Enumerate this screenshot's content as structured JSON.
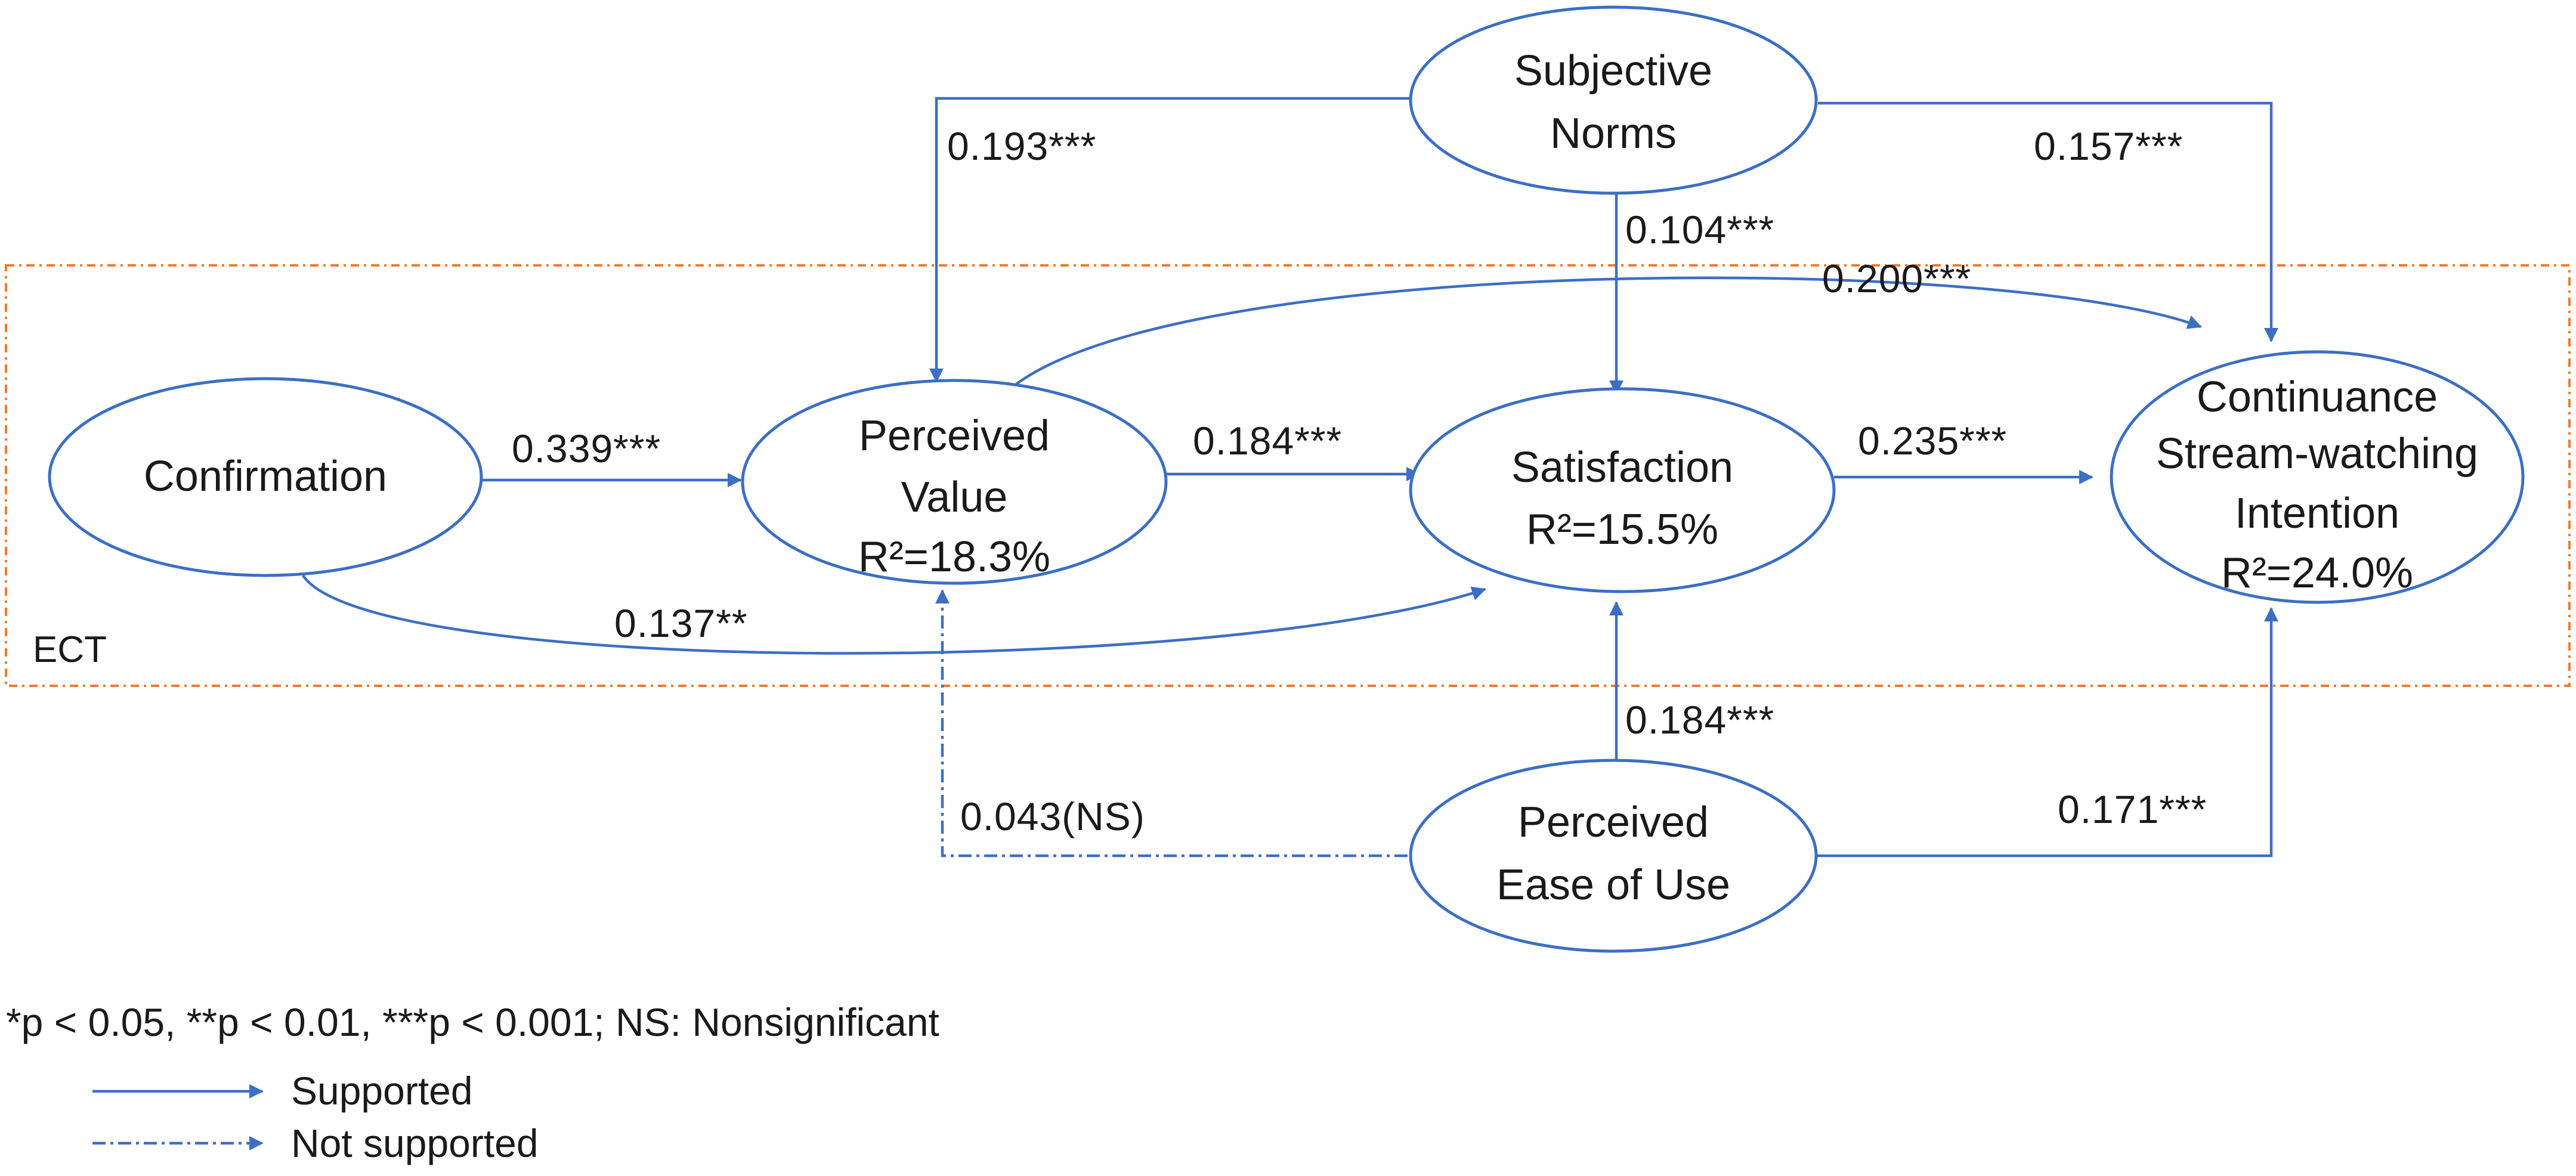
{
  "group": {
    "label": "ECT",
    "border_color": "#f07a2c"
  },
  "colors": {
    "node_stroke": "#3c6fc3",
    "edge": "#3c6fc3",
    "text": "#1a1a1a"
  },
  "nodes": {
    "subjective_norms": {
      "lines": [
        "Subjective",
        "Norms"
      ]
    },
    "confirmation": {
      "lines": [
        "Confirmation"
      ]
    },
    "perceived_value": {
      "lines": [
        "Perceived",
        "Value",
        "R²=18.3%"
      ]
    },
    "satisfaction": {
      "lines": [
        "Satisfaction",
        "R²=15.5%"
      ]
    },
    "continuance": {
      "lines": [
        "Continuance",
        "Stream-watching",
        "Intention",
        "R²=24.0%"
      ]
    },
    "ease_of_use": {
      "lines": [
        "Perceived",
        "Ease of Use"
      ]
    }
  },
  "edges": [
    {
      "id": "sn-pv",
      "from": "Subjective Norms",
      "to": "Perceived Value",
      "label": "0.193***",
      "status": "supported"
    },
    {
      "id": "sn-ci",
      "from": "Subjective Norms",
      "to": "Continuance Stream-watching Intention",
      "label": "0.157***",
      "status": "supported"
    },
    {
      "id": "sn-sat",
      "from": "Subjective Norms",
      "to": "Satisfaction",
      "label": "0.104***",
      "status": "supported"
    },
    {
      "id": "pv-ci",
      "from": "Perceived Value",
      "to": "Continuance Stream-watching Intention",
      "label": "0.200***",
      "status": "supported"
    },
    {
      "id": "conf-pv",
      "from": "Confirmation",
      "to": "Perceived Value",
      "label": "0.339***",
      "status": "supported"
    },
    {
      "id": "pv-sat",
      "from": "Perceived Value",
      "to": "Satisfaction",
      "label": "0.184***",
      "status": "supported"
    },
    {
      "id": "sat-ci",
      "from": "Satisfaction",
      "to": "Continuance Stream-watching Intention",
      "label": "0.235***",
      "status": "supported"
    },
    {
      "id": "conf-sat",
      "from": "Confirmation",
      "to": "Satisfaction",
      "label": "0.137**",
      "status": "supported"
    },
    {
      "id": "peou-sat",
      "from": "Perceived Ease of Use",
      "to": "Satisfaction",
      "label": "0.184***",
      "status": "supported"
    },
    {
      "id": "peou-pv",
      "from": "Perceived Ease of Use",
      "to": "Perceived Value",
      "label": "0.043(NS)",
      "status": "not supported"
    },
    {
      "id": "peou-ci",
      "from": "Perceived Ease of Use",
      "to": "Continuance Stream-watching Intention",
      "label": "0.171***",
      "status": "supported"
    }
  ],
  "legend": {
    "note": "*p < 0.05, **p < 0.01, ***p < 0.001; NS: Nonsignificant",
    "supported": "Supported",
    "not_supported": "Not supported"
  }
}
